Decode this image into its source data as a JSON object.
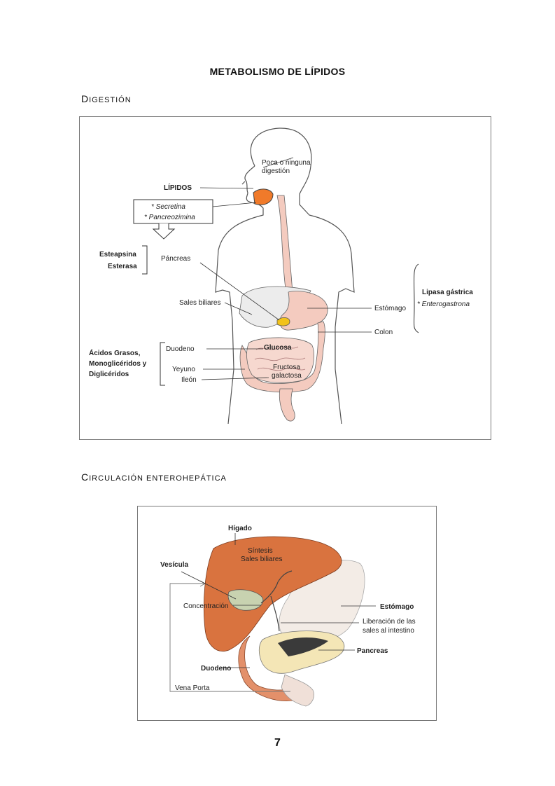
{
  "page": {
    "title": "METABOLISMO DE LÍPIDOS",
    "section1": {
      "initial": "D",
      "rest": "IGESTIÓN"
    },
    "section2": {
      "initial": "C",
      "rest": "IRCULACIÓN ENTEROHEPÁTICA"
    },
    "page_number": "7"
  },
  "digestion": {
    "poca1": "Poca o ninguna",
    "poca2": "digestión",
    "lipidos": "LÍPIDOS",
    "secretina": "* Secretina",
    "pancreozimina": "* Pancreozimina",
    "esteapsina": "Esteapsina",
    "esterasa": "Esterasa",
    "pancreas": "Páncreas",
    "sales": "Sales biliares",
    "estomago": "Estómago",
    "colon": "Colon",
    "lipasa": "Lipasa gástrica",
    "entero": "* Enterogastrona",
    "acidos1": "Ácidos Grasos,",
    "acidos2": "Monoglicéridos y",
    "acidos3": "Diglicéridos",
    "duodeno": "Duodeno",
    "yeyuno": "Yeyuno",
    "ileon": "Ileón",
    "glucosa": "Glucosa",
    "fructosa": "Fructosa",
    "galactosa": "galactosa"
  },
  "circulacion": {
    "higado": "Hígado",
    "sintesis": "Síntesis",
    "sales": "Sales biliares",
    "vesicula": "Vesícula",
    "concentracion": "Concentración",
    "estomago": "Estómago",
    "liberacion1": "Liberación de las",
    "liberacion2": "sales al intestino",
    "pancreas": "Pancreas",
    "duodeno": "Duodeno",
    "vena": "Vena Porta"
  },
  "colors": {
    "liver": "#d9733f",
    "orange": "#f07a2a",
    "pink": "#f4cbbf",
    "yellow": "#f2c21b"
  }
}
